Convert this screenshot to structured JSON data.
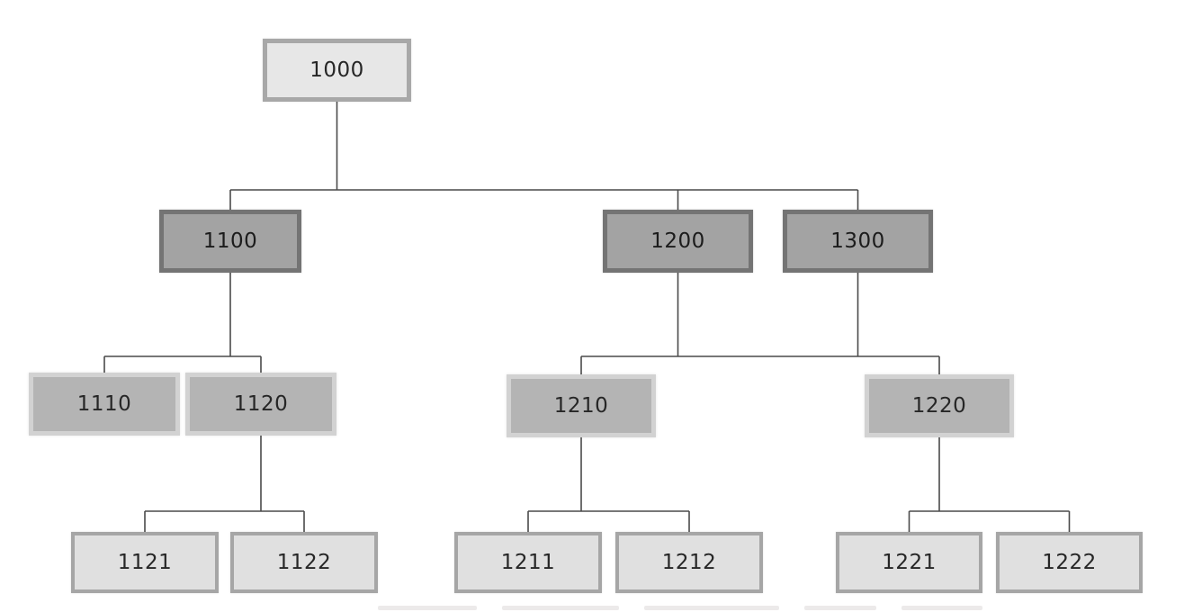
{
  "diagram": {
    "type": "tree",
    "description": "Four-level hierarchy chart of numbered gray boxes connected by thin right-angle lines",
    "root": "1000",
    "levels": 4,
    "nodes": [
      {
        "id": "1000",
        "label": "1000",
        "level": 1
      },
      {
        "id": "1100",
        "label": "1100",
        "level": 2
      },
      {
        "id": "1200",
        "label": "1200",
        "level": 2
      },
      {
        "id": "1300",
        "label": "1300",
        "level": 2
      },
      {
        "id": "1110",
        "label": "1110",
        "level": 3
      },
      {
        "id": "1120",
        "label": "1120",
        "level": 3
      },
      {
        "id": "1210",
        "label": "1210",
        "level": 3
      },
      {
        "id": "1220",
        "label": "1220",
        "level": 3
      },
      {
        "id": "1121",
        "label": "1121",
        "level": 4
      },
      {
        "id": "1122",
        "label": "1122",
        "level": 4
      },
      {
        "id": "1211",
        "label": "1211",
        "level": 4
      },
      {
        "id": "1212",
        "label": "1212",
        "level": 4
      },
      {
        "id": "1221",
        "label": "1221",
        "level": 4
      },
      {
        "id": "1222",
        "label": "1222",
        "level": 4
      }
    ],
    "edges_as_drawn": [
      {
        "from": "1000",
        "to": "1100"
      },
      {
        "from": "1000",
        "to": "1200"
      },
      {
        "from": "1000",
        "to": "1300"
      },
      {
        "from": "1100",
        "to": "1110"
      },
      {
        "from": "1100",
        "to": "1120"
      },
      {
        "from": [
          "1200",
          "1300"
        ],
        "to": [
          "1210",
          "1220"
        ],
        "note": "shared horizontal bus"
      },
      {
        "from": "1120",
        "to": "1121"
      },
      {
        "from": "1120",
        "to": "1122"
      },
      {
        "from": "1210",
        "to": "1211"
      },
      {
        "from": "1210",
        "to": "1212"
      },
      {
        "from": "1220",
        "to": "1221"
      },
      {
        "from": "1220",
        "to": "1222"
      }
    ],
    "colors": {
      "background": "#ffffff",
      "connector": "#4a4a4a",
      "text": "#262626",
      "level1_fill": "#e7e7e7",
      "level1_border": "#a8a8a8",
      "level2_fill": "#a3a3a3",
      "level2_border": "#747474",
      "level3_fill": "#b4b4b4",
      "level3_border": "#d2d2d2",
      "level4_fill": "#e0e0e0",
      "level4_border": "#a6a6a6"
    }
  }
}
